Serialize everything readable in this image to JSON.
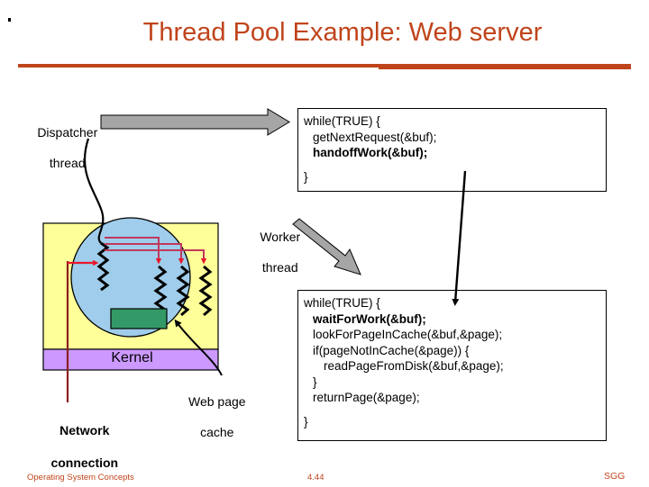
{
  "slide": {
    "title": "Thread Pool Example: Web server",
    "accent_color": "#C0441B",
    "bullet_marker": "·"
  },
  "labels": {
    "dispatcher_line1": "Dispatcher",
    "dispatcher_line2": "thread",
    "worker_line1": "Worker",
    "worker_line2": "thread",
    "web_cache_line1": "Web page",
    "web_cache_line2": "cache",
    "network_line1": "Network",
    "network_line2": "connection",
    "kernel": "Kernel"
  },
  "dispatcher_code": {
    "lines": [
      {
        "text": "while(TRUE) {",
        "bold": false,
        "indent": 0
      },
      {
        "text": "getNextRequest(&buf);",
        "bold": false,
        "indent": 1
      },
      {
        "text": "handoffWork(&buf);",
        "bold": true,
        "indent": 1
      },
      {
        "text": "",
        "bold": false,
        "indent": 0
      },
      {
        "text": "}",
        "bold": false,
        "indent": 0
      }
    ]
  },
  "worker_code": {
    "lines": [
      {
        "text": "while(TRUE) {",
        "bold": false,
        "indent": 0
      },
      {
        "text": "waitForWork(&buf);",
        "bold": true,
        "indent": 1
      },
      {
        "text": "lookForPageInCache(&buf,&page);",
        "bold": false,
        "indent": 1
      },
      {
        "text": "if(pageNotInCache(&page)) {",
        "bold": false,
        "indent": 1
      },
      {
        "text": "readPageFromDisk(&buf,&page);",
        "bold": false,
        "indent": 2
      },
      {
        "text": "}",
        "bold": false,
        "indent": 1
      },
      {
        "text": "returnPage(&page);",
        "bold": false,
        "indent": 1
      },
      {
        "text": "",
        "bold": false,
        "indent": 0
      },
      {
        "text": "}",
        "bold": false,
        "indent": 0
      }
    ]
  },
  "diagram_colors": {
    "process_box_fill": "#FFFF99",
    "process_circle_fill": "#9FCDEB",
    "cache_fill": "#339966",
    "kernel_fill": "#CC99FF",
    "thread_stroke": "#000000",
    "dispatch_arrow_fill": "#A6A6A6",
    "handoff_line": "#C0395B",
    "network_line": "#8B2020"
  },
  "footer": {
    "book": "Operating System Concepts",
    "page": "4.44",
    "publisher": "SGG"
  }
}
